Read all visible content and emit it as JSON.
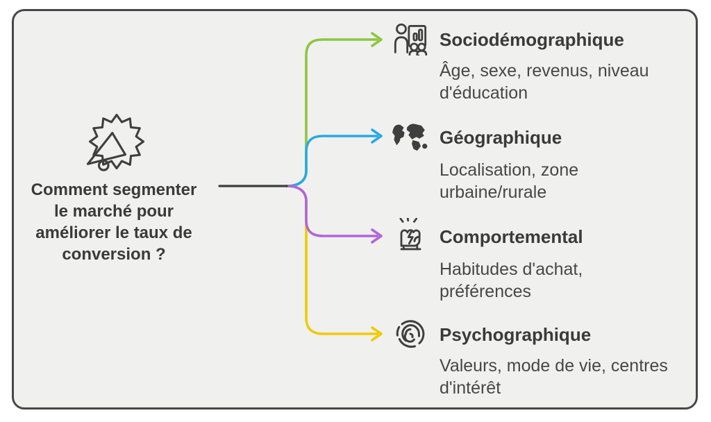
{
  "root": {
    "question": "Comment segmenter\nle marché pour\naméliorer le taux de\nconversion ?",
    "icon": "megaphone-burst-icon"
  },
  "branches": [
    {
      "id": "sociodemographique",
      "label": "Sociodémographique",
      "description": "Âge, sexe, revenus, niveau\nd'éducation",
      "color": "#8cc63f",
      "icon": "presentation-audience-icon"
    },
    {
      "id": "geographique",
      "label": "Géographique",
      "description": "Localisation, zone\nurbaine/rurale",
      "color": "#29a9e1",
      "icon": "world-map-icon"
    },
    {
      "id": "comportemental",
      "label": "Comportemental",
      "description": "Habitudes d'achat,\npréférences",
      "color": "#b264d9",
      "icon": "raised-fist-icon"
    },
    {
      "id": "psychographique",
      "label": "Psychographique",
      "description": "Valeurs, mode de vie, centres\nd'intérêt",
      "color": "#efcb00",
      "icon": "fingerprint-icon"
    }
  ],
  "colors": {
    "page_background": "#ffffff",
    "card_background": "#f0f0ef",
    "card_border": "#474747",
    "stem_line": "#3d3d3d",
    "heading_text": "#3a3a3a",
    "body_text": "#474747",
    "icon_stroke": "#3f3f3f"
  }
}
